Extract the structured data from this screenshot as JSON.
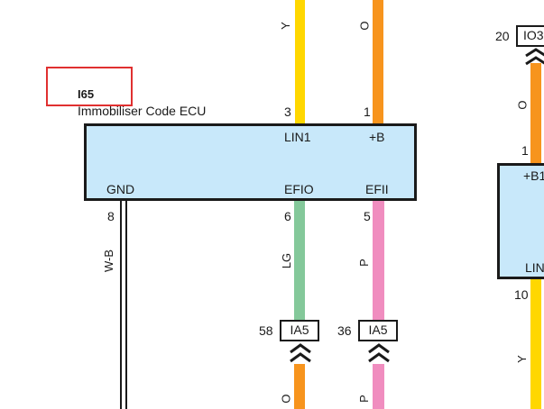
{
  "colors": {
    "yellow": "#ffd700",
    "orange": "#f7941d",
    "green": "#84c89a",
    "pink": "#f08dbf",
    "ecu_fill": "#c8e8fa",
    "highlight": "#e03030"
  },
  "ecu": {
    "code": "I65",
    "name": "Immobiliser Code ECU",
    "pins": {
      "lin1": {
        "num": "3",
        "label": "LIN1",
        "wire": "Y"
      },
      "b": {
        "num": "1",
        "label": "+B",
        "wire": "O"
      },
      "gnd": {
        "num": "8",
        "label": "GND",
        "wire": "W-B"
      },
      "efio": {
        "num": "6",
        "label": "EFIO",
        "wire": "LG"
      },
      "efii": {
        "num": "5",
        "label": "EFII",
        "wire": "P"
      }
    }
  },
  "connectors": {
    "ia5_left": {
      "pin": "58",
      "name": "IA5",
      "wire_below": "O"
    },
    "ia5_right": {
      "pin": "36",
      "name": "IA5",
      "wire_below": "P"
    },
    "io3": {
      "pin": "20",
      "name": "IO3"
    }
  },
  "right_component": {
    "pin_top": "1",
    "label_top": "+B1",
    "pin_bottom": "10",
    "label_bottom": "LIN",
    "wire_top": "O",
    "wire_bottom": "Y"
  }
}
